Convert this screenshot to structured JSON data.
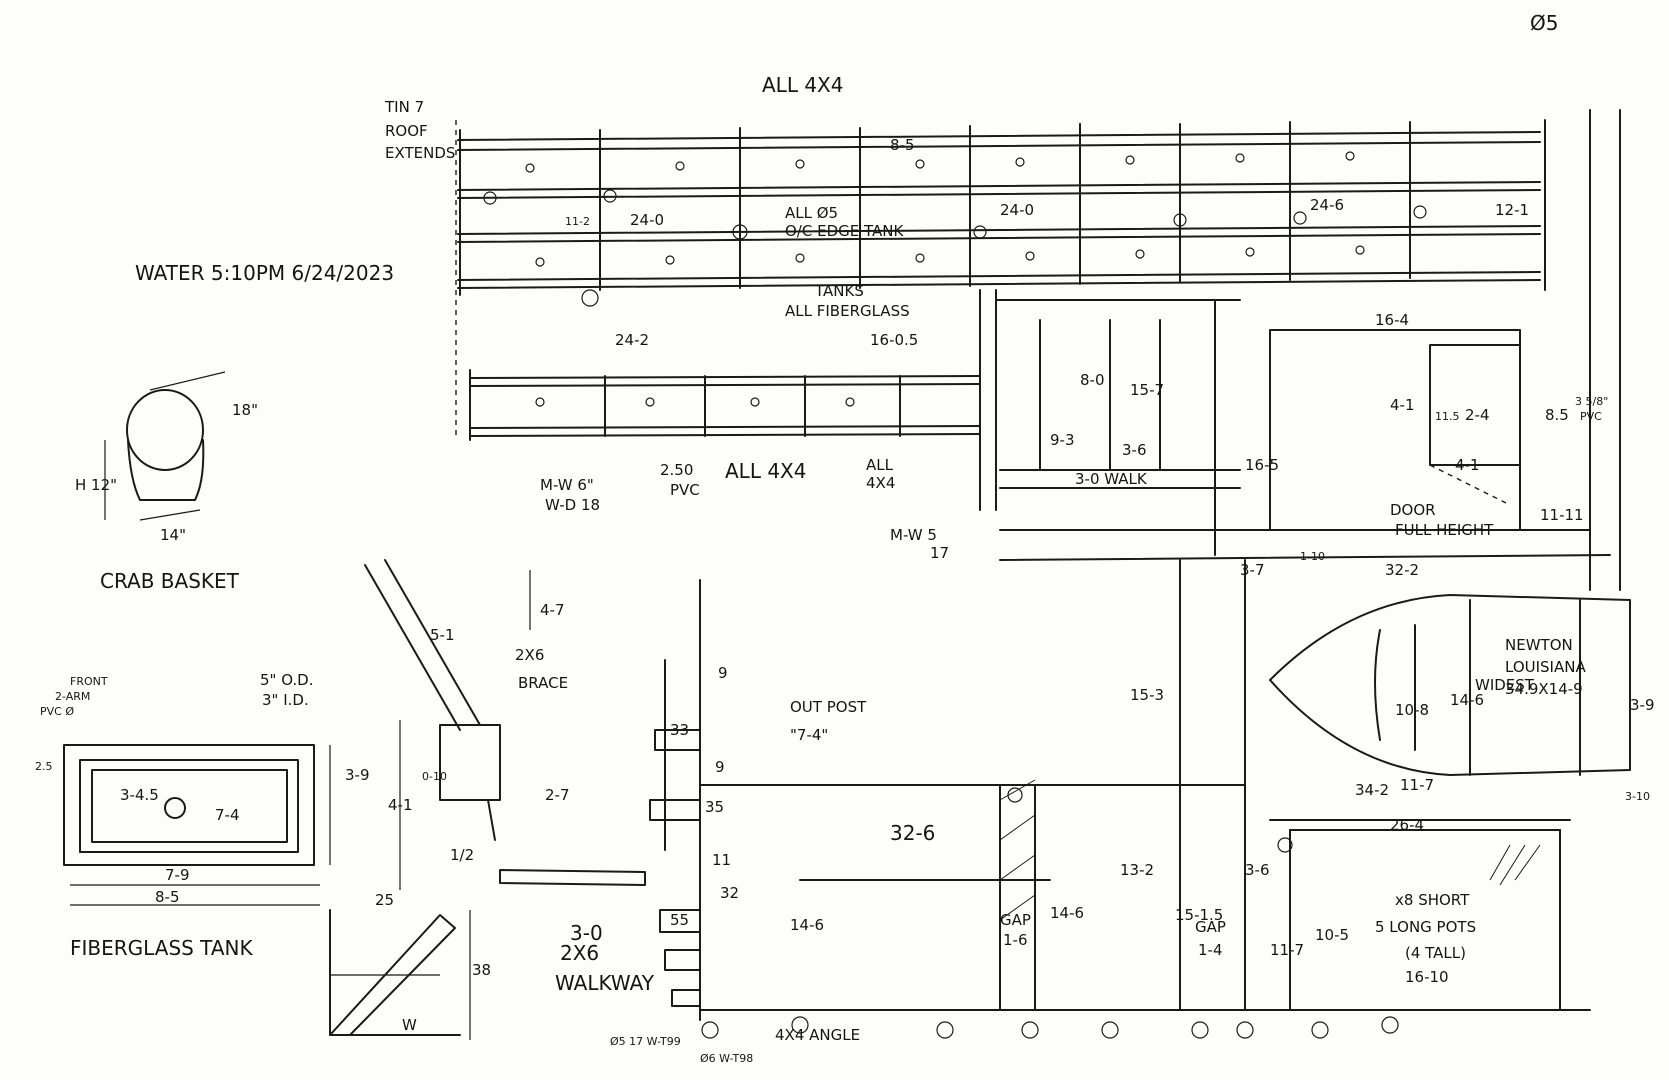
{
  "notes": {
    "water": "WATER 5:10PM 6/24/2023",
    "roof": [
      "TIN 7",
      "ROOF",
      "EXTENDS"
    ],
    "all4x4_top": "ALL 4X4",
    "all05": [
      "ALL Ø5",
      "O/C EDGE TANK"
    ],
    "tanks_fiberglass": [
      "TANKS",
      "ALL FIBERGLASS"
    ],
    "all4x4_mid": "ALL 4X4",
    "all4x4_mid2": [
      "ALL",
      "4X4"
    ],
    "pvc": [
      "2.50",
      "PVC"
    ],
    "mw6": [
      "M-W 6\"",
      "W-D 18"
    ],
    "mw5": [
      "M-W 5",
      "17"
    ],
    "walk": "3-0 WALK",
    "door": [
      "DOOR",
      "FULL HEIGHT"
    ],
    "brace": [
      "2X6",
      "BRACE"
    ],
    "outpost": [
      "OUT POST",
      "\"7-4\""
    ],
    "walkway": [
      "3-0",
      "2X6",
      "WALKWAY"
    ],
    "gap1": [
      "GAP",
      "1-6"
    ],
    "gap2": [
      "GAP",
      "1-4"
    ],
    "pots": [
      "x8 SHORT",
      "5 LONG POTS",
      "(4 TALL)",
      "16-10"
    ],
    "newton": [
      "NEWTON",
      "LOUISIANA",
      "34.9X14-9"
    ],
    "angle": "4X4 ANGLE",
    "crab_basket": "CRAB BASKET",
    "fiberglass_tank": "FIBERGLASS TANK",
    "od": "5\" O.D.",
    "id": "3\" I.D.",
    "widest": "WIDEST",
    "pvc_front": [
      "PVC Ø",
      "2-ARM",
      "FRONT"
    ],
    "pvc358": [
      "3 5/8\"",
      "PVC"
    ],
    "o5": "Ø5"
  },
  "dims": {
    "top1": "24-0",
    "top2": "24-0",
    "top3": "24-6",
    "v11": "11-2",
    "row8": "8-5",
    "mid1": "24-2",
    "mid2": "16-0.5",
    "r121": "12-1",
    "d164": "16-4",
    "d41": "4-1",
    "d24": "2-4",
    "d115": "11.5",
    "d85": "8.5",
    "d41b": "4-1",
    "d1111": "11-11",
    "d157": "15-7",
    "d80": "8-0",
    "d36": "3-6",
    "d93": "9-3",
    "d165": "16-5",
    "d322": "32-2",
    "d37": "3-7",
    "d110": "1-10",
    "d342": "34-2",
    "d264": "26-4",
    "d146": "14-6",
    "d117": "11-7",
    "d39": "3-9",
    "d1310": "3-10",
    "d108": "10-8",
    "d326": "32-6",
    "d132": "13-2",
    "d146b": "14-6",
    "d1515": "15-1.5",
    "d36b": "3-6",
    "d1075": "10-5",
    "d117b": "11-7",
    "d146c": "14-6",
    "d153": "15-3",
    "d51": "5-1",
    "d47": "4-7",
    "d27": "2-7",
    "d25": "25",
    "d38": "38",
    "d010": "0-10",
    "d12": "1/2",
    "d345": "3-4.5",
    "d74": "7-4",
    "d79": "7-9",
    "d85b": "8-5",
    "d39b": "3-9",
    "d41c": "4-1",
    "d255": "2.5",
    "d18": "18\"",
    "d14": "14\"",
    "h12": "H 12\"",
    "c33": "33",
    "c35": "35",
    "c32": "32",
    "c55": "55",
    "c9": "9",
    "c11": "11",
    "c9b": "9",
    "t1": "Ø5 17 W-T99",
    "t2": "Ø6 W-T98",
    "w": "W"
  }
}
